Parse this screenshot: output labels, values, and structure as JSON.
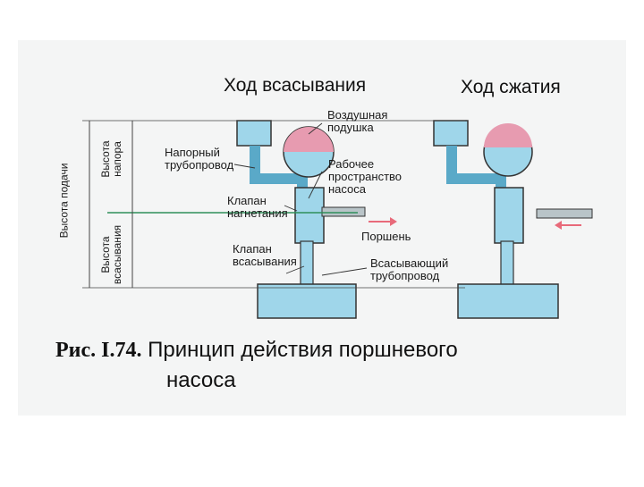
{
  "headings": {
    "suction_stroke": "Ход всасывания",
    "compression_stroke": "Ход сжатия"
  },
  "labels": {
    "air_cushion": "Воздушная\nподушка",
    "pressure_pipeline": "Напорный\nтрубопровод",
    "working_space": "Рабочее\nпространство\nнасоса",
    "discharge_valve": "Клапан\nнагнетания",
    "piston": "Поршень",
    "suction_valve": "Клапан\nвсасывания",
    "suction_pipeline": "Всасывающий\nтрубопровод"
  },
  "vertical_labels": {
    "delivery_height": "Высота подачи",
    "head_height": "Высота\nнапора",
    "suction_height": "Высота\nвсасывания"
  },
  "caption": {
    "number": "Рис. I.74.",
    "text_line1": "Принцип действия поршневого",
    "text_line2": "насоса"
  },
  "colors": {
    "water": "#9fd6ea",
    "water_dark": "#5aa9c8",
    "air_cushion": "#e79bb0",
    "piston_arrow": "#e86a7a",
    "level_line": "#2f8f5a"
  }
}
